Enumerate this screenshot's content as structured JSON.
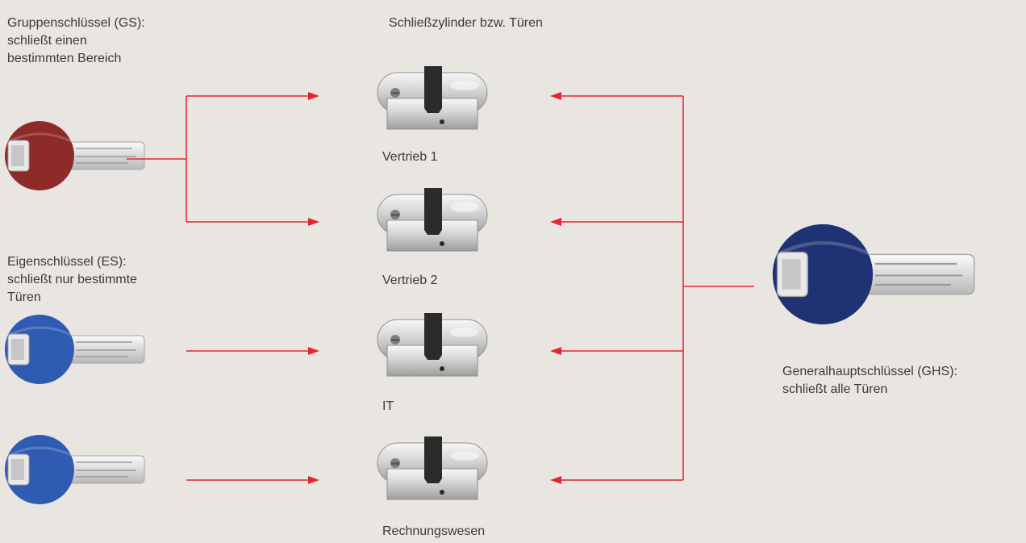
{
  "header": {
    "cylinders_title": "Schließzylinder bzw. Türen"
  },
  "group_key": {
    "lines": [
      "Gruppenschlüssel (GS):",
      "schließt einen",
      "bestimmten Bereich"
    ],
    "color": "#8e2a28"
  },
  "own_key": {
    "lines": [
      "Eigenschlüssel (ES):",
      "schließt nur bestimmte",
      "Türen"
    ],
    "color": "#2f5bb3"
  },
  "master_key": {
    "lines": [
      "Generalhauptschlüssel (GHS):",
      "schließt alle Türen"
    ],
    "color": "#1f3274"
  },
  "cylinders": [
    {
      "label": "Vertrieb 1"
    },
    {
      "label": "Vertrieb 2"
    },
    {
      "label": "IT"
    },
    {
      "label": "Rechnungswesen"
    }
  ],
  "arrow_color": "#e3262d",
  "icons": {
    "key": "key-icon",
    "cylinder": "lock-cylinder-icon"
  }
}
